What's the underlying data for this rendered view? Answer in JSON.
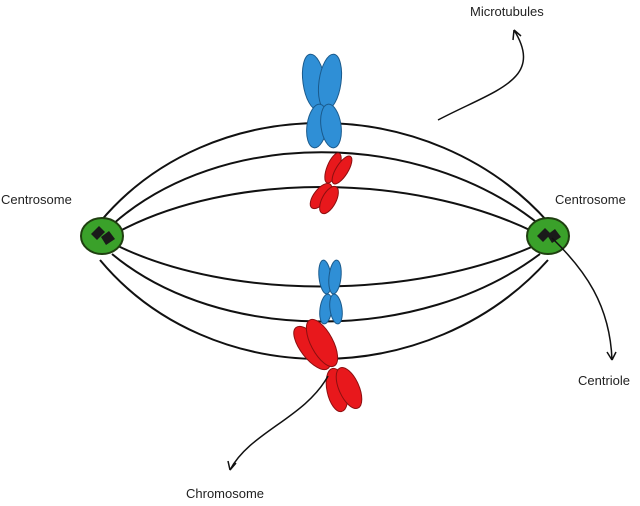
{
  "labels": {
    "centrosome_left": "Centrosome",
    "centrosome_right": "Centrosome",
    "microtubules": "Microtubules",
    "centriole": "Centriole",
    "chromosome": "Chromosome"
  },
  "colors": {
    "centrosome": "#3aa12a",
    "centriole": "#1a1a1a",
    "chromosome_blue": "#2f8fd6",
    "chromosome_red": "#e8181c",
    "line": "#111111"
  }
}
